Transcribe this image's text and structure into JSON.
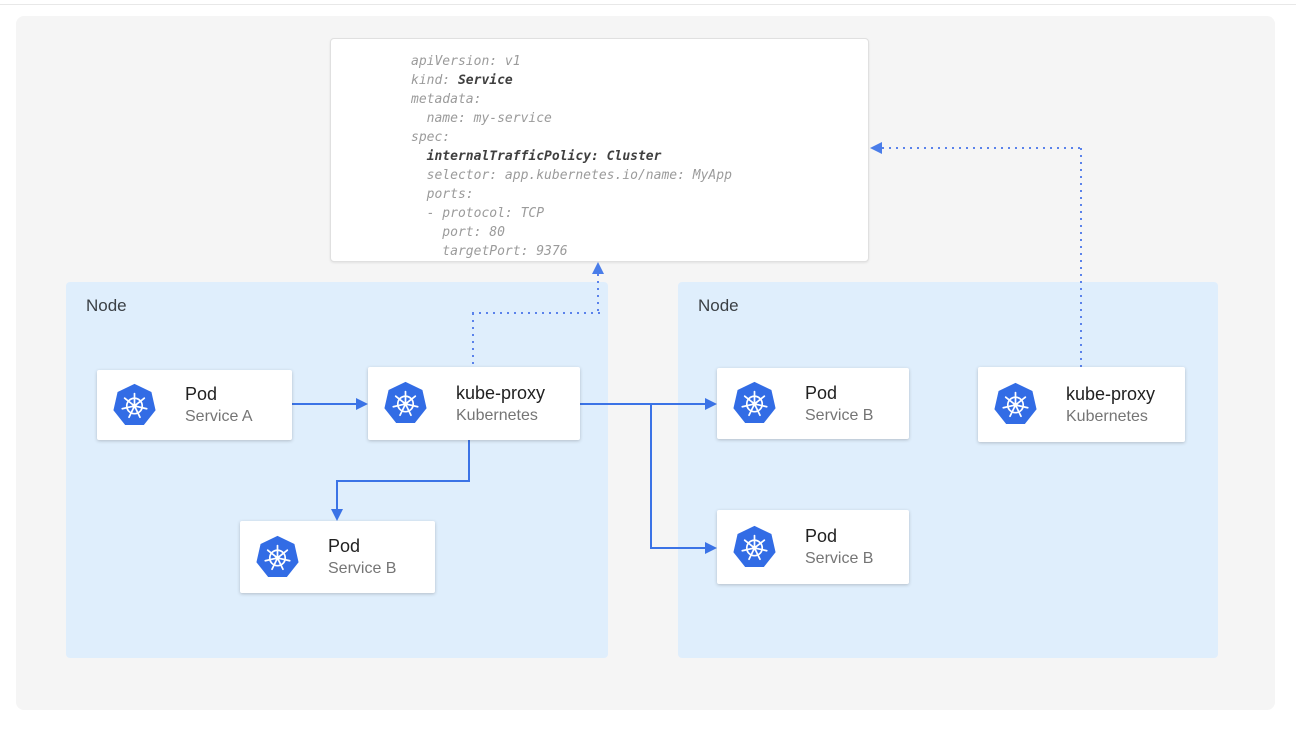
{
  "yaml": {
    "lines": [
      {
        "pre": "apiVersion: v1",
        "strong": ""
      },
      {
        "pre": "kind: ",
        "strong": "Service"
      },
      {
        "pre": "metadata:",
        "strong": ""
      },
      {
        "pre": "  name: my-service",
        "strong": ""
      },
      {
        "pre": "spec:",
        "strong": ""
      },
      {
        "pre": "  ",
        "strong": "internalTrafficPolicy: Cluster"
      },
      {
        "pre": "  selector: app.kubernetes.io/name: MyApp",
        "strong": ""
      },
      {
        "pre": "  ports:",
        "strong": ""
      },
      {
        "pre": "  - protocol: TCP",
        "strong": ""
      },
      {
        "pre": "    port: 80",
        "strong": ""
      },
      {
        "pre": "    targetPort: 9376",
        "strong": ""
      }
    ]
  },
  "nodes": {
    "left": {
      "label": "Node"
    },
    "right": {
      "label": "Node"
    }
  },
  "cards": {
    "pod_a": {
      "title": "Pod",
      "subtitle": "Service A"
    },
    "kube_proxy_left": {
      "title": "kube-proxy",
      "subtitle": "Kubernetes"
    },
    "pod_b_left": {
      "title": "Pod",
      "subtitle": "Service B"
    },
    "pod_b_right_top": {
      "title": "Pod",
      "subtitle": "Service B"
    },
    "pod_b_right_bot": {
      "title": "Pod",
      "subtitle": "Service B"
    },
    "kube_proxy_right": {
      "title": "kube-proxy",
      "subtitle": "Kubernetes"
    }
  },
  "icons": {
    "kubernetes": "kubernetes-wheel-logo"
  },
  "colors": {
    "node_bg": "#dfeefc",
    "solid_arrow": "#3b73e6",
    "dotted_arrow": "#5a82eb",
    "kubernetes_blue": "#326ce5",
    "stage_bg": "#f5f5f5"
  }
}
